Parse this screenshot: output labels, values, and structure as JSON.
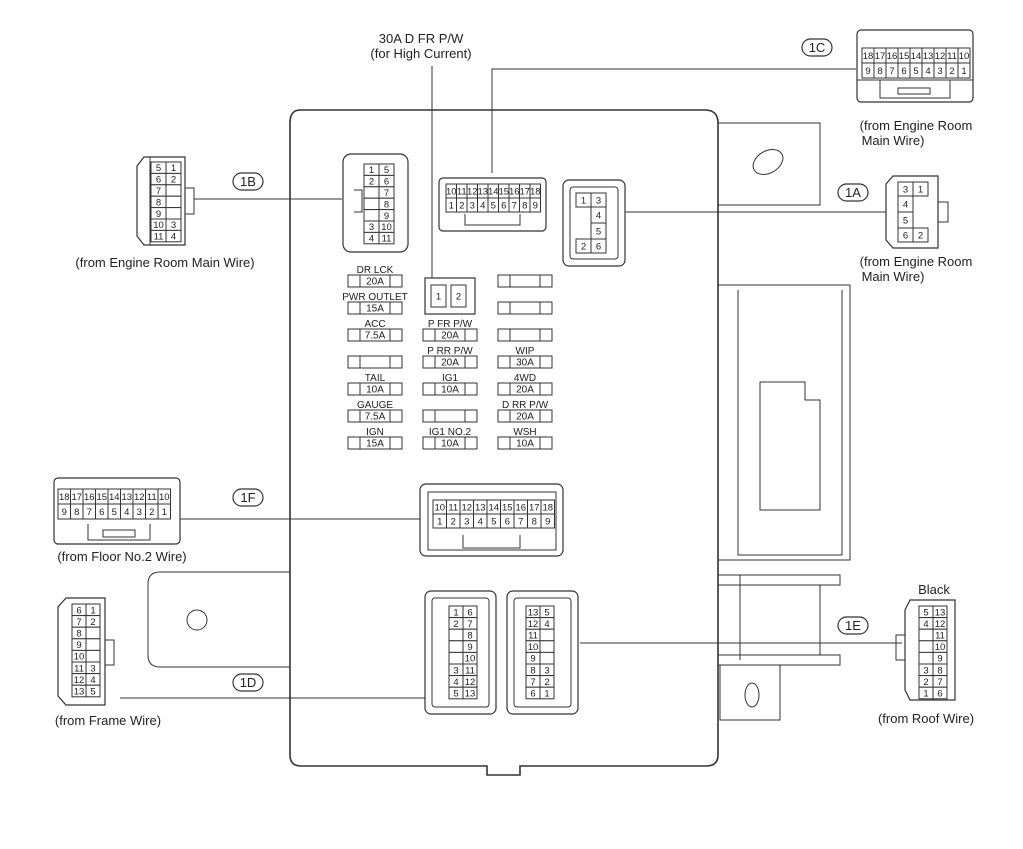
{
  "top_callout": {
    "line1": "30A D FR P/W",
    "line2": "(for High Current)"
  },
  "callouts": {
    "1A": "1A",
    "1B": "1B",
    "1C": "1C",
    "1D": "1D",
    "1E": "1E",
    "1F": "1F"
  },
  "sources": {
    "b": "(from Engine Room Main Wire)",
    "c_line1": "(from Engine Room",
    "c_line2": "Main Wire)",
    "a_line1": "(from Engine Room",
    "a_line2": "Main Wire)",
    "f": "(from Floor No.2 Wire)",
    "d": "(from Frame Wire)",
    "e": "(from Roof Wire)",
    "e_color": "Black"
  },
  "fuses": {
    "left": [
      {
        "name": "DR LCK",
        "amp": "20A"
      },
      {
        "name": "PWR OUTLET",
        "amp": "15A"
      },
      {
        "name": "ACC",
        "amp": "7.5A"
      },
      {
        "name": "",
        "amp": ""
      },
      {
        "name": "TAIL",
        "amp": "10A"
      },
      {
        "name": "GAUGE",
        "amp": "7.5A"
      },
      {
        "name": "IGN",
        "amp": "15A"
      }
    ],
    "mid": [
      {
        "name": "P FR P/W",
        "amp": "20A"
      },
      {
        "name": "P RR P/W",
        "amp": "20A"
      },
      {
        "name": "IG1",
        "amp": "10A"
      },
      {
        "name": "",
        "amp": ""
      },
      {
        "name": "IG1 NO.2",
        "amp": "10A"
      }
    ],
    "right": [
      {
        "name": "",
        "amp": ""
      },
      {
        "name": "",
        "amp": ""
      },
      {
        "name": "",
        "amp": ""
      },
      {
        "name": "WIP",
        "amp": "30A"
      },
      {
        "name": "4WD",
        "amp": "20A"
      },
      {
        "name": "D RR P/W",
        "amp": "20A"
      },
      {
        "name": "WSH",
        "amp": "10A"
      }
    ]
  },
  "relay_pins": [
    "1",
    "2"
  ],
  "pins": {
    "c_top": [
      "18",
      "17",
      "16",
      "15",
      "14",
      "13",
      "12",
      "11",
      "10"
    ],
    "c_bot": [
      "9",
      "8",
      "7",
      "6",
      "5",
      "4",
      "3",
      "2",
      "1"
    ],
    "c_in_top": [
      "10",
      "11",
      "12",
      "13",
      "14",
      "15",
      "16",
      "17",
      "18"
    ],
    "c_in_bot": [
      "1",
      "2",
      "3",
      "4",
      "5",
      "6",
      "7",
      "8",
      "9"
    ],
    "b_left": [
      "5",
      "6",
      "7",
      "8",
      "9",
      "10",
      "11"
    ],
    "b_right": [
      "1",
      "2",
      "",
      "",
      "",
      "3",
      "4"
    ],
    "b_in_left": [
      "1",
      "2",
      "",
      "",
      "",
      "3",
      "4"
    ],
    "b_in_right": [
      "5",
      "6",
      "7",
      "8",
      "9",
      "10",
      "11"
    ],
    "a_in": [
      "1",
      "3",
      "4",
      "5",
      "2",
      "6"
    ],
    "a_out": [
      "3",
      "1",
      "4",
      "5",
      "6",
      "2"
    ],
    "f_top": [
      "18",
      "17",
      "16",
      "15",
      "14",
      "13",
      "12",
      "11",
      "10"
    ],
    "f_bot": [
      "9",
      "8",
      "7",
      "6",
      "5",
      "4",
      "3",
      "2",
      "1"
    ],
    "f_in_top": [
      "10",
      "11",
      "12",
      "13",
      "14",
      "15",
      "16",
      "17",
      "18"
    ],
    "f_in_bot": [
      "1",
      "2",
      "3",
      "4",
      "5",
      "6",
      "7",
      "8",
      "9"
    ],
    "d_left": [
      "6",
      "7",
      "8",
      "9",
      "10",
      "11",
      "12",
      "13"
    ],
    "d_right": [
      "1",
      "2",
      "",
      "",
      "",
      "3",
      "4",
      "5"
    ],
    "d_in_left": [
      "1",
      "2",
      "",
      "",
      "",
      "3",
      "4",
      "5"
    ],
    "d_in_mid": [
      "6",
      "7",
      "8",
      "9",
      "10",
      "11",
      "12",
      "13"
    ],
    "e_in_left": [
      "13",
      "12",
      "11",
      "10",
      "9",
      "8",
      "7",
      "6"
    ],
    "e_in_mid": [
      "5",
      "4",
      "",
      "",
      "",
      "3",
      "2",
      "1"
    ],
    "e_left": [
      "5",
      "4",
      "",
      "",
      "",
      "3",
      "2",
      "1"
    ],
    "e_right": [
      "13",
      "12",
      "11",
      "10",
      "9",
      "8",
      "7",
      "6"
    ]
  }
}
